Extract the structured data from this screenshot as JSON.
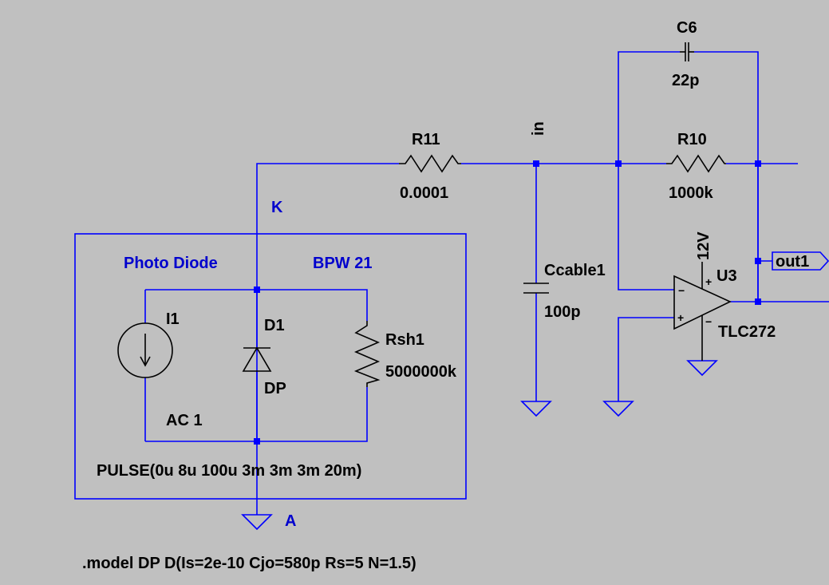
{
  "colors": {
    "background": "#c0c0c0",
    "wire": "#0000ff",
    "component": "#000000",
    "annotation": "#0000cd"
  },
  "components": {
    "r11": {
      "name": "R11",
      "value": "0.0001"
    },
    "r10": {
      "name": "R10",
      "value": "1000k"
    },
    "c6": {
      "name": "C6",
      "value": "22p"
    },
    "ccable1": {
      "name": "Ccable1",
      "value": "100p"
    },
    "u3": {
      "name": "U3",
      "model": "TLC272",
      "minus": "−",
      "plus": "+"
    },
    "d1": {
      "name": "D1",
      "model": "DP"
    },
    "i1": {
      "name": "I1",
      "ac": "AC 1",
      "pulse": "PULSE(0u 8u 100u 3m 3m 3m 20m)"
    },
    "rsh1": {
      "name": "Rsh1",
      "value": "5000000k"
    }
  },
  "nets": {
    "in": "in",
    "supply": "12V",
    "out": "out1",
    "cathode": "K",
    "anode": "A"
  },
  "annotations": {
    "box_title": "Photo Diode",
    "box_part": "BPW 21"
  },
  "spice_directive": ".model DP D(Is=2e-10 Cjo=580p Rs=5 N=1.5)"
}
